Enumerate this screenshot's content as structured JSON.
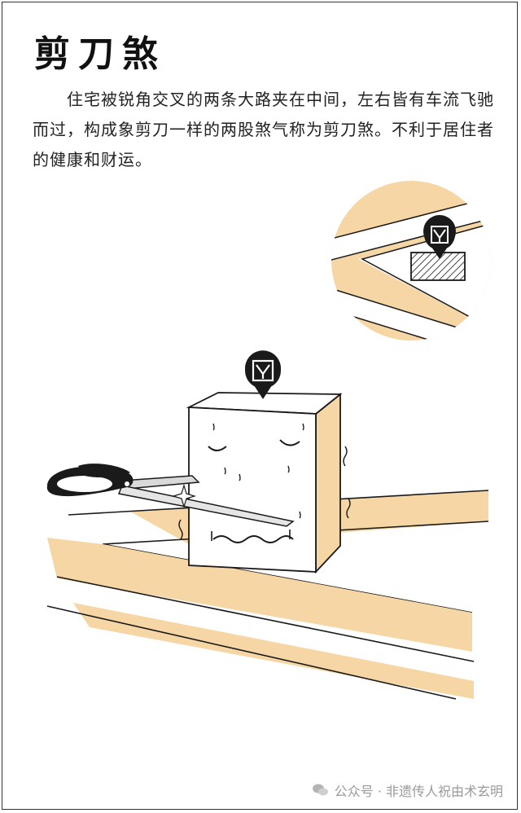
{
  "header": {
    "title": "剪刀煞"
  },
  "description": {
    "text": "住宅被锐角交叉的两条大路夹在中间，左右皆有车流飞驰而过，构成象剪刀一样的两股煞气称为剪刀煞。不利于居住者的健康和财运。"
  },
  "illustration": {
    "marker_icon": "ominous-sign-icon",
    "accent_color": "#f6d6a4",
    "line_color": "#1a1a1a"
  },
  "watermark": {
    "text": "公众号 · 非遗传人祝由术玄明"
  }
}
